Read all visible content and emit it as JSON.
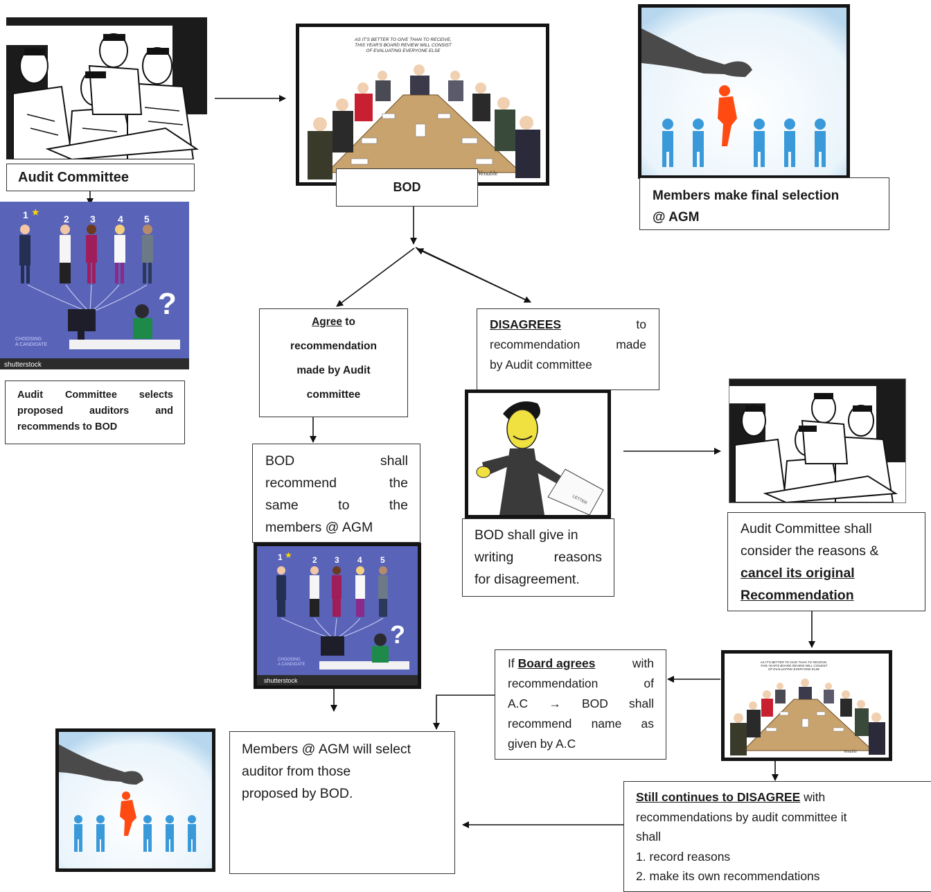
{
  "colors": {
    "figure_blue": "#3a9ad9",
    "figure_orange": "#ff4a12",
    "hand": "#4a4a4a",
    "purple_bg": "#5963b8",
    "table": "#c9a36e",
    "border": "#333333"
  },
  "images": {
    "meeting_caption_lines": [
      "AS IT'S BETTER TO GIVE THAN TO RECEIVE,",
      "THIS YEAR'S BOARD REVIEW WILL CONSIST",
      "OF EVALUATING EVERYONE ELSE"
    ],
    "candidate_numbers": [
      "1",
      "2",
      "3",
      "4",
      "5"
    ],
    "candidate_star": "★",
    "question_mark": "?",
    "choosing_caption": [
      "CHOOSING",
      "A CANDIDATE"
    ],
    "watermark": "shutterstock",
    "paper_text": "LETTER",
    "signature": "Venable"
  },
  "audit_committee_label": "Audit Committee",
  "audit_selects_text": {
    "line1": [
      "Audit",
      "Committee",
      "selects"
    ],
    "line2": [
      "proposed",
      "auditors",
      "and"
    ],
    "line3": "recommends to BOD"
  },
  "bod_label": "BOD",
  "members_final_selection": {
    "line1": "Members make final selection",
    "line2": "@ AGM"
  },
  "agree_box": {
    "agree_word": "Agree",
    "after_agree": " to",
    "line2": "recommendation",
    "line3": "made  by Audit",
    "line4": "committee"
  },
  "disagree_box": {
    "disagree_word": "DISAGREES",
    "after_disagree": "to",
    "line2": [
      "recommendation",
      "made"
    ],
    "line3": "by  Audit committee"
  },
  "bod_shall_recommend": {
    "line1": [
      "BOD",
      "shall"
    ],
    "line2": [
      "recommend",
      "the"
    ],
    "line3": [
      "same",
      "to",
      "the"
    ],
    "line4": "members @ AGM"
  },
  "bod_reasons": {
    "line1": "BOD shall give in",
    "line2": [
      "writing",
      "reasons"
    ],
    "line3": "for disagreement."
  },
  "audit_cancel": {
    "line1": "Audit Committee shall",
    "line2": "consider the reasons &",
    "line3": "cancel its original",
    "line4": "Recommendation"
  },
  "board_agrees": {
    "prefix": "If ",
    "bold": "Board agrees",
    "suffix": "with",
    "line2": [
      "recommendation",
      "of"
    ],
    "line3": [
      "A.C",
      "→",
      "BOD",
      "shall"
    ],
    "line4": [
      "recommend",
      "name",
      "as"
    ],
    "line5": "given by A.C"
  },
  "members_select": {
    "line1": "Members @ AGM will select",
    "line2": "auditor  from those",
    "line3": "proposed by BOD."
  },
  "still_disagree": {
    "bold": "Still  continues to DISAGREE",
    "suffix": " with",
    "line2": "recommendations by audit committee  it",
    "line3": "shall",
    "line4": "1. record  reasons",
    "line5": "2. make its own recommendations"
  }
}
